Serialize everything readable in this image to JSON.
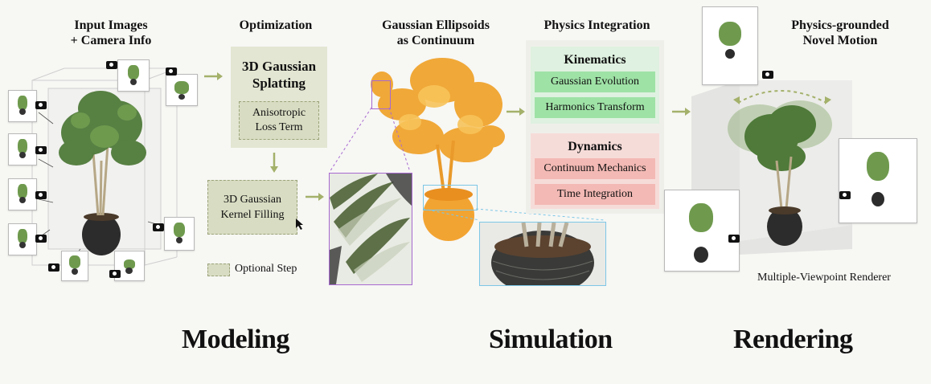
{
  "headers": {
    "input_line1": "Input Images",
    "input_line2": "+ Camera Info",
    "optimization": "Optimization",
    "gaussian_line1": "Gaussian Ellipsoids",
    "gaussian_line2": "as Continuum",
    "physics": "Physics Integration",
    "novel_line1": "Physics-grounded",
    "novel_line2": "Novel Motion"
  },
  "optimization": {
    "splat_line1": "3D Gaussian",
    "splat_line2": "Splatting",
    "loss_line1": "Anisotropic",
    "loss_line2": "Loss Term",
    "kernel_line1": "3D Gaussian",
    "kernel_line2": "Kernel Filling",
    "legend_label": "Optional Step"
  },
  "physics": {
    "kinematics_title": "Kinematics",
    "kinematics_items": [
      "Gaussian Evolution",
      "Harmonics Transform"
    ],
    "dynamics_title": "Dynamics",
    "dynamics_items": [
      "Continuum Mechanics",
      "Time Integration"
    ]
  },
  "rendering": {
    "renderer_label": "Multiple-Viewpoint Renderer"
  },
  "stages": [
    "Modeling",
    "Simulation",
    "Rendering"
  ],
  "colors": {
    "optimization_fill": "#e3e6d2",
    "kinematics_fill": "#dff1e0",
    "kinematics_item": "#9fe2a6",
    "dynamics_fill": "#f6dcd9",
    "dynamics_item": "#f3b9b4",
    "arrow": "#a3b16a",
    "zoom_purple": "#a86ad0",
    "zoom_blue": "#7cc7e6"
  }
}
